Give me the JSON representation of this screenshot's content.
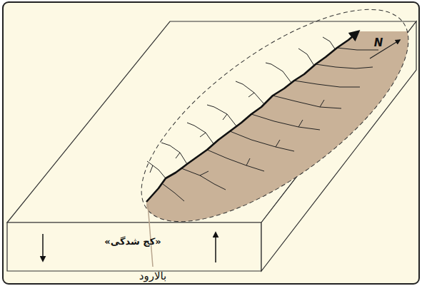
{
  "diagram": {
    "labels": [
      "«کج شدگی»",
      "بالارود",
      "N"
    ]
  }
}
